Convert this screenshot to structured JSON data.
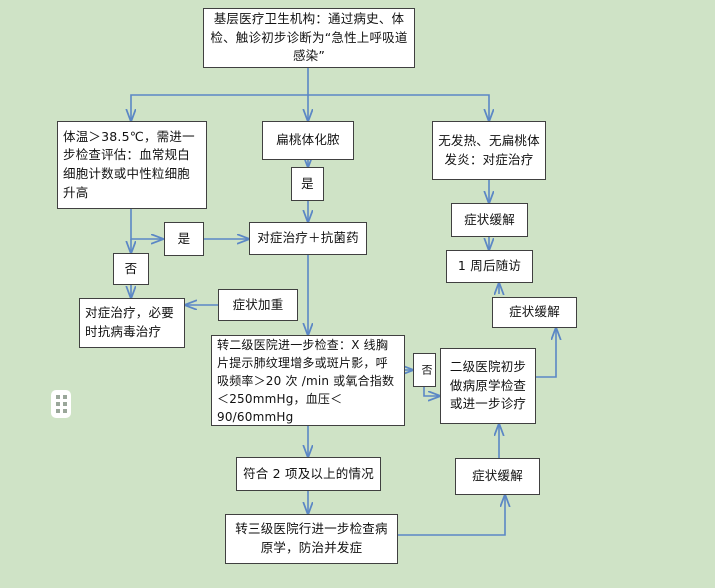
{
  "theme": {
    "background_color": "#cfe3c6",
    "node_fill": "#ffffff",
    "node_border": "#404040",
    "connector_color": "#5b87c5",
    "text_color": "#111111"
  },
  "chart_data": {
    "type": "diagram",
    "title": "急性上呼吸道感染分级诊疗流程图",
    "nodes": [
      {
        "id": "n1",
        "label": "基层医疗卫生机构：通过病史、体检、触诊初步诊断为“急性上呼吸道感染”"
      },
      {
        "id": "n2",
        "label": "体温＞38.5℃，需进一步检查评估：血常规白细胞计数或中性粒细胞升高"
      },
      {
        "id": "n3",
        "label": "扁桃体化脓"
      },
      {
        "id": "n4",
        "label": "无发热、无扁桃体发炎：对症治疗"
      },
      {
        "id": "n5",
        "label": "是"
      },
      {
        "id": "n6",
        "label": "是"
      },
      {
        "id": "n7",
        "label": "否"
      },
      {
        "id": "n8",
        "label": "对症治疗＋抗菌药"
      },
      {
        "id": "n9",
        "label": "症状缓解"
      },
      {
        "id": "n10",
        "label": "1 周后随访"
      },
      {
        "id": "n11",
        "label": "对症治疗，必要时抗病毒治疗"
      },
      {
        "id": "n12",
        "label": "症状加重"
      },
      {
        "id": "n13",
        "label": "症状缓解"
      },
      {
        "id": "n14",
        "label": "转二级医院进一步检查：X 线胸片提示肺纹理增多或斑片影，呼吸频率＞20 次 /min 或氧合指数＜250mmHg，血压＜90/60mmHg"
      },
      {
        "id": "n15",
        "label": "否"
      },
      {
        "id": "n16",
        "label": "二级医院初步做病原学检查或进一步诊疗"
      },
      {
        "id": "n17",
        "label": "符合 2 项及以上的情况"
      },
      {
        "id": "n18",
        "label": "症状缓解"
      },
      {
        "id": "n19",
        "label": "转三级医院行进一步检查病原学，防治并发症"
      }
    ],
    "edges": [
      {
        "from": "n1",
        "to": "n2"
      },
      {
        "from": "n1",
        "to": "n3"
      },
      {
        "from": "n1",
        "to": "n4"
      },
      {
        "from": "n3",
        "to": "n5"
      },
      {
        "from": "n5",
        "to": "n8"
      },
      {
        "from": "n2",
        "to": "n6"
      },
      {
        "from": "n6",
        "to": "n8"
      },
      {
        "from": "n2",
        "to": "n7"
      },
      {
        "from": "n7",
        "to": "n11"
      },
      {
        "from": "n4",
        "to": "n9"
      },
      {
        "from": "n9",
        "to": "n10"
      },
      {
        "from": "n8",
        "to": "n14"
      },
      {
        "from": "n12",
        "to": "n11"
      },
      {
        "from": "n14",
        "to": "n15"
      },
      {
        "from": "n15",
        "to": "n16"
      },
      {
        "from": "n16",
        "to": "n13"
      },
      {
        "from": "n13",
        "to": "n10"
      },
      {
        "from": "n14",
        "to": "n17"
      },
      {
        "from": "n17",
        "to": "n19"
      },
      {
        "from": "n19",
        "to": "n18"
      },
      {
        "from": "n18",
        "to": "n16"
      }
    ]
  },
  "nodes": {
    "n1": "基层医疗卫生机构：通过病史、体检、触诊初步诊断为“急性上呼吸道感染”",
    "n2": "体温＞38.5℃，需进一步检查评估：血常规白细胞计数或中性粒细胞升高",
    "n3": "扁桃体化脓",
    "n4": "无发热、无扁桃体发炎：对症治疗",
    "n5": "是",
    "n6": "是",
    "n7": "否",
    "n8": "对症治疗＋抗菌药",
    "n9": "症状缓解",
    "n10": "1 周后随访",
    "n11": "对症治疗，必要时抗病毒治疗",
    "n12": "症状加重",
    "n13": "症状缓解",
    "n14": "转二级医院进一步检查：X 线胸片提示肺纹理增多或斑片影，呼吸频率＞20 次 /min 或氧合指数＜250mmHg，血压＜90/60mmHg",
    "n15": "否",
    "n16": "二级医院初步做病原学检查或进一步诊疗",
    "n17": "符合 2 项及以上的情况",
    "n18": "症状缓解",
    "n19": "转三级医院行进一步检查病原学，防治并发症"
  },
  "widgets": {
    "drag_handle": "drag-handle-icon"
  }
}
